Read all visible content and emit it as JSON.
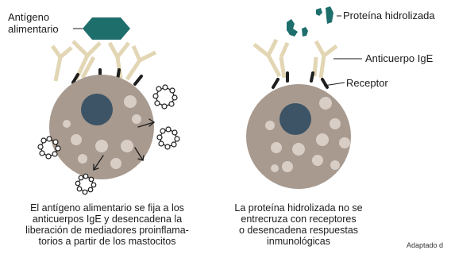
{
  "labels": {
    "antigen": [
      "Antígeno",
      "alimentario"
    ],
    "hydrolyzed_protein": "Proteína hidrolizada",
    "ige_antibody": "Anticuerpo IgE",
    "receptor": "Receptor"
  },
  "captions": {
    "left": [
      "El antígeno alimentario se fija a los",
      "anticuerpos IgE y desencadena la",
      "liberación de mediadores proinflama-",
      "torios a partir de los mastocitos"
    ],
    "right": [
      "La proteína hidrolizada no se",
      "entrecruza con receptores",
      "o desencadena respuestas",
      "inmunológicas"
    ]
  },
  "credit": "Adaptado d",
  "colors": {
    "antigen": "#1e6e6c",
    "antibody": "#e2d6b4",
    "cell": "#a89a8f",
    "nucleus": "#3d5466",
    "granule": "#d9cec6",
    "receptor": "#1e1e1e"
  }
}
